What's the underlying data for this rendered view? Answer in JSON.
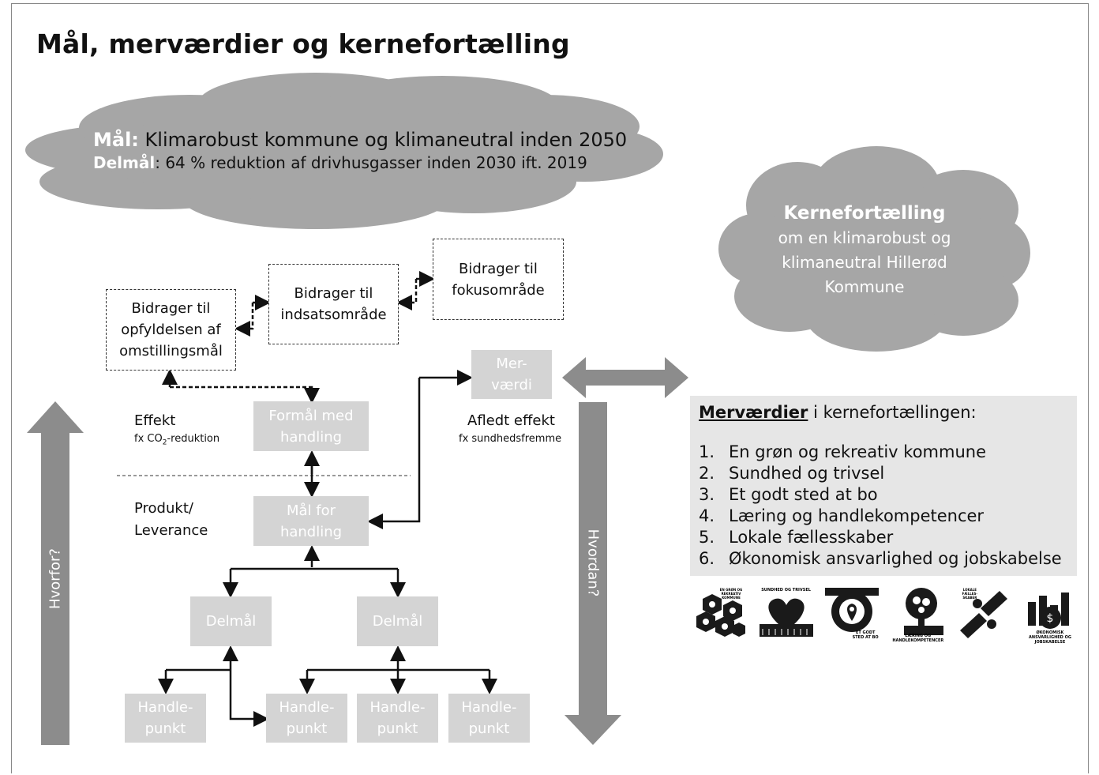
{
  "title": "Mål, merværdier og kernefortælling",
  "goal_cloud": {
    "goal_label": "Mål:",
    "goal_text": "Klimarobust kommune og klimaneutral inden 2050",
    "subgoal_label": "Delmål",
    "subgoal_text": ": 64 % reduktion af drivhusgasser inden 2030 ift. 2019"
  },
  "story_cloud": {
    "heading": "Kernefortælling",
    "line1": "om en klimarobust og",
    "line2": "klimaneutral Hillerød",
    "line3": "Kommune"
  },
  "contrib_boxes": {
    "omstilling": [
      "Bidrager til",
      "opfyldelsen af",
      "omstillingsmål"
    ],
    "indsats": [
      "Bidrager til",
      "indsatsområde"
    ],
    "fokus": [
      "Bidrager til",
      "fokusområde"
    ]
  },
  "boxes": {
    "mervaerdi": [
      "Mer-",
      "værdi"
    ],
    "formaal": [
      "Formål med",
      "handling"
    ],
    "maal": [
      "Mål for",
      "handling"
    ],
    "delmaal": "Delmål",
    "handlepunkt": [
      "Handle-",
      "punkt"
    ]
  },
  "labels": {
    "effekt": "Effekt",
    "effekt_sub_pre": "fx CO",
    "effekt_sub_idx": "2",
    "effekt_sub_post": "-reduktion",
    "afledt": "Afledt effekt",
    "afledt_sub": "fx sundhedsfremme",
    "produkt_1": "Produkt/",
    "produkt_2": "Leverance",
    "hvorfor": "Hvorfor?",
    "hvordan": "Hvordan?"
  },
  "mervaerdier_panel": {
    "heading_bold": "Merværdier",
    "heading_rest": " i kernefortællingen:",
    "items": [
      {
        "n": "1.",
        "text": "En grøn og rekreativ kommune"
      },
      {
        "n": "2.",
        "text": "Sundhed og trivsel"
      },
      {
        "n": "3.",
        "text": "Et godt sted at bo"
      },
      {
        "n": "4.",
        "text": "Læring og handlekompetencer"
      },
      {
        "n": "5.",
        "text": "Lokale fællesskaber"
      },
      {
        "n": "6.",
        "text": "Økonomisk ansvarlighed og jobskabelse"
      }
    ]
  },
  "icon_captions": [
    "EN GRØN OG REKREATIV KOMMUNE",
    "SUNDHED OG TRIVSEL",
    "ET GODT STED AT BO",
    "LÆRING OG HANDLEKOMPETENCER",
    "LOKALE FÆLLES-SKABER",
    "ØKONOMISK ANSVARLIGHED OG JOBSKABELSE"
  ],
  "icon_names": [
    "green-recreation-icon",
    "health-icon",
    "good-place-icon",
    "learning-icon",
    "community-icon",
    "economy-icon"
  ],
  "colors": {
    "cloud": "#a6a6a6",
    "box": "#d4d4d4",
    "arrow": "#8c8c8c",
    "panel": "#e6e6e6"
  }
}
